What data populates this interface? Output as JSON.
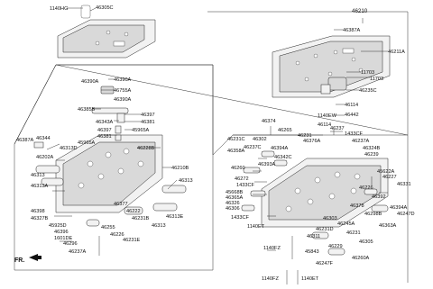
{
  "labels": {
    "l_1140HG": "1140HG",
    "l_46305C": "46305C",
    "l_46210": "46210",
    "l_46387A_top": "46387A",
    "l_46211A": "46211A",
    "l_11703_a": "11703",
    "l_11703_b": "11703",
    "l_46235C": "46235C",
    "l_46114_a": "46114",
    "l_1140EW": "1140EW",
    "l_46442": "46442",
    "l_46390A_a": "46390A",
    "l_46390A_b": "46390A",
    "l_46755A": "46755A",
    "l_46390A_c": "46390A",
    "l_46385B": "46385B",
    "l_46343A": "46343A",
    "l_46397_a": "46397",
    "l_46381_a": "46381",
    "l_46397_b": "46397",
    "l_45965A_a": "45965A",
    "l_46381_b": "46381",
    "l_46387A_left": "46387A",
    "l_46344": "46344",
    "l_45965A_b": "45965A",
    "l_46313D": "46313D",
    "l_46228B": "46228B",
    "l_46202A": "46202A",
    "l_46210B": "46210B",
    "l_46313_a": "46313",
    "l_46313A": "46313A",
    "l_46313_b": "46313",
    "l_46398": "46398",
    "l_46327B": "46327B",
    "l_46377": "46377",
    "l_46222": "46222",
    "l_46231B": "46231B",
    "l_46313E": "46313E",
    "l_45925D": "45925D",
    "l_46396": "46396",
    "l_1601DE": "1601DE",
    "l_46255": "46255",
    "l_46226": "46226",
    "l_46231E": "46231E",
    "l_46313_c": "46313",
    "l_46296": "46296",
    "l_46237A_bl": "46237A",
    "l_46374": "46374",
    "l_46302": "46302",
    "l_46265": "46265",
    "l_46231": "46231",
    "l_46237": "46237",
    "l_1433CF_a": "1433CF",
    "l_46394A_a": "46394A",
    "l_46376A": "46376A",
    "l_46237A_r": "46237A",
    "l_46324B": "46324B",
    "l_46239": "46239",
    "l_46231C": "46231C",
    "l_46237C": "46237C",
    "l_46358A": "46358A",
    "l_46342C": "46342C",
    "l_46260": "46260",
    "l_46393A": "46393A",
    "l_46272": "46272",
    "l_1433CF_b": "1433CF",
    "l_45668B": "45668B",
    "l_46365A": "46365A",
    "l_46326": "46326",
    "l_46306": "46306",
    "l_1433CF_c": "1433CF",
    "l_45622A": "45622A",
    "l_46227": "46227",
    "l_46226_r": "46226",
    "l_46331": "46331",
    "l_46392": "46392",
    "l_46394A_b": "46394A",
    "l_46247D": "46247D",
    "l_46378": "46378",
    "l_46298B": "46298B",
    "l_46303": "46303",
    "l_46363A": "46363A",
    "l_1140ET_a": "1140ET",
    "l_46245A": "46245A",
    "l_46231D": "46231D",
    "l_46231_b": "46231",
    "l_46311": "46311",
    "l_46305": "46305",
    "l_1140FZ_a": "1140FZ",
    "l_46229": "46229",
    "l_45843": "45843",
    "l_46260A": "46260A",
    "l_46247F": "46247F",
    "l_1140FZ_b": "1140FZ",
    "l_1140ET_b": "1140ET",
    "l_46114_b": "46114",
    "fr": "FR."
  }
}
